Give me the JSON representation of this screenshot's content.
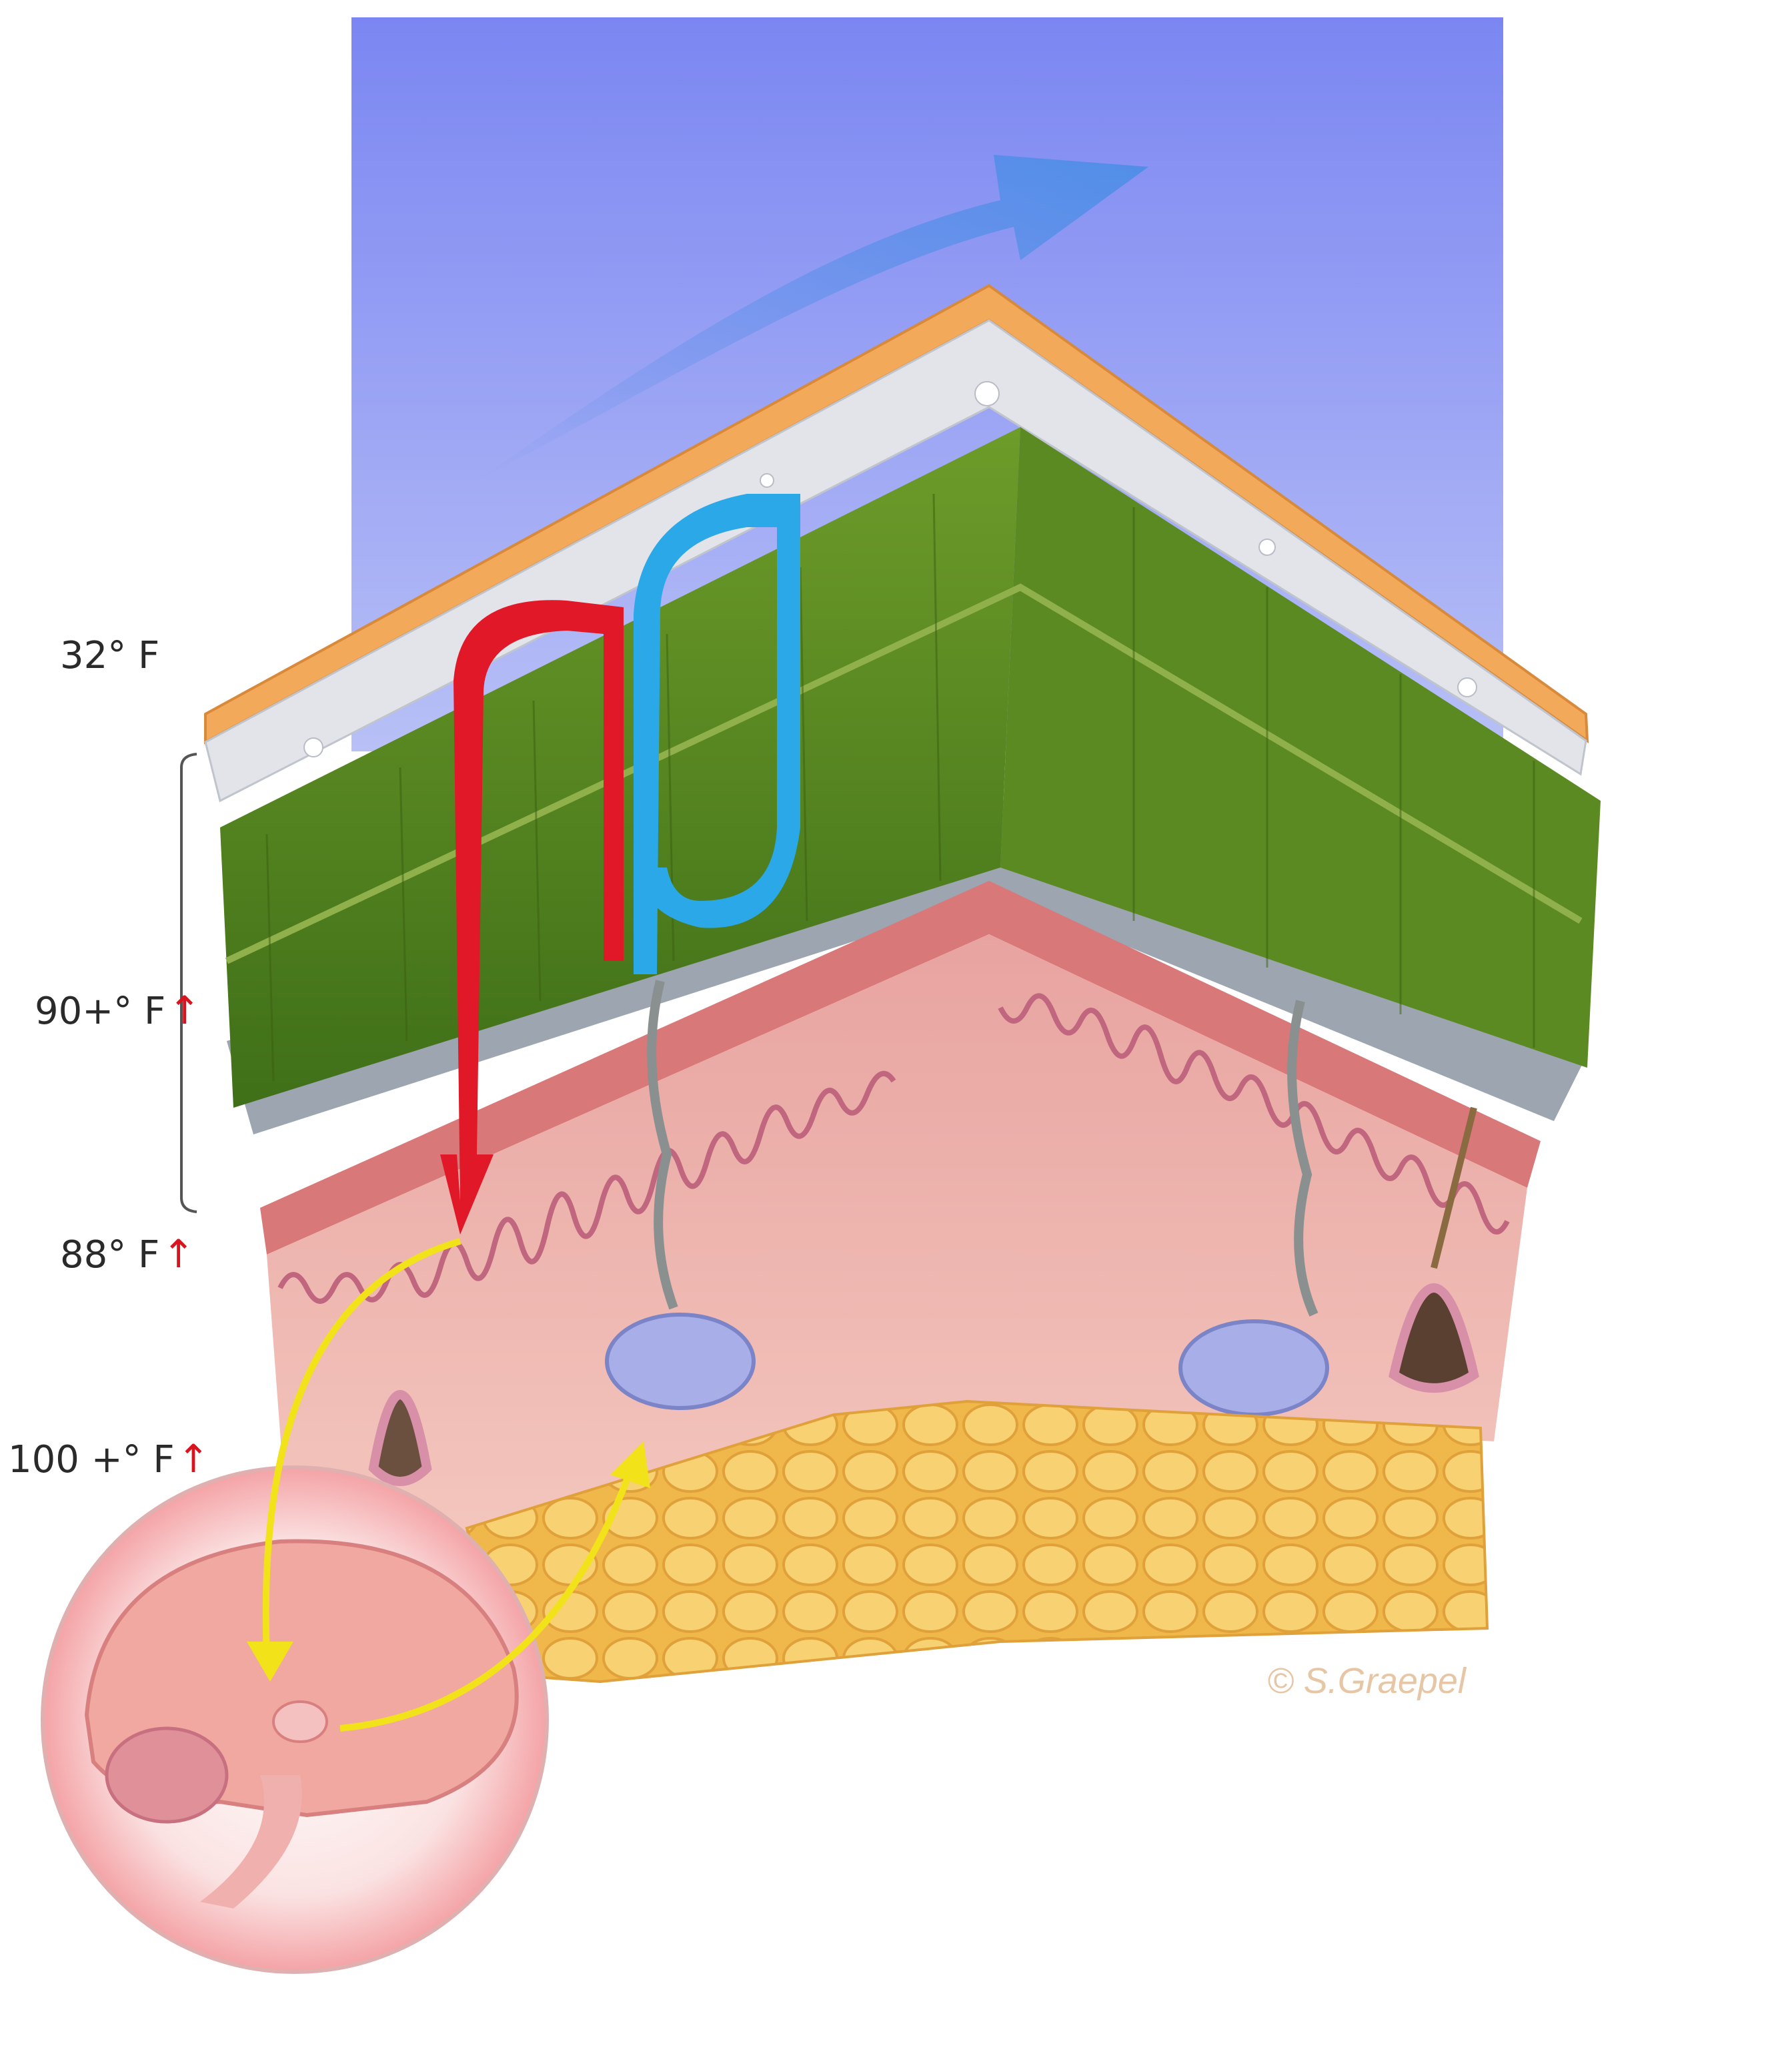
{
  "labels": {
    "outer_temp": "32° F",
    "insulation_temp": "90+° F",
    "skin_temp": "88° F",
    "core_temp": "100 +° F"
  },
  "rise_indicator": "↑",
  "credit": "© S.Graepel",
  "colors": {
    "sky_top": "#7b86f2",
    "sky_bottom": "#b8c0f6",
    "shell": "#f2a95a",
    "insulation": "#5a8a22",
    "skin": "#eab0a8",
    "fat": "#f5c45a",
    "warm_flow": "#e01828",
    "cool_flow": "#2aa8e8",
    "signal_arrow": "#f2e21a"
  }
}
